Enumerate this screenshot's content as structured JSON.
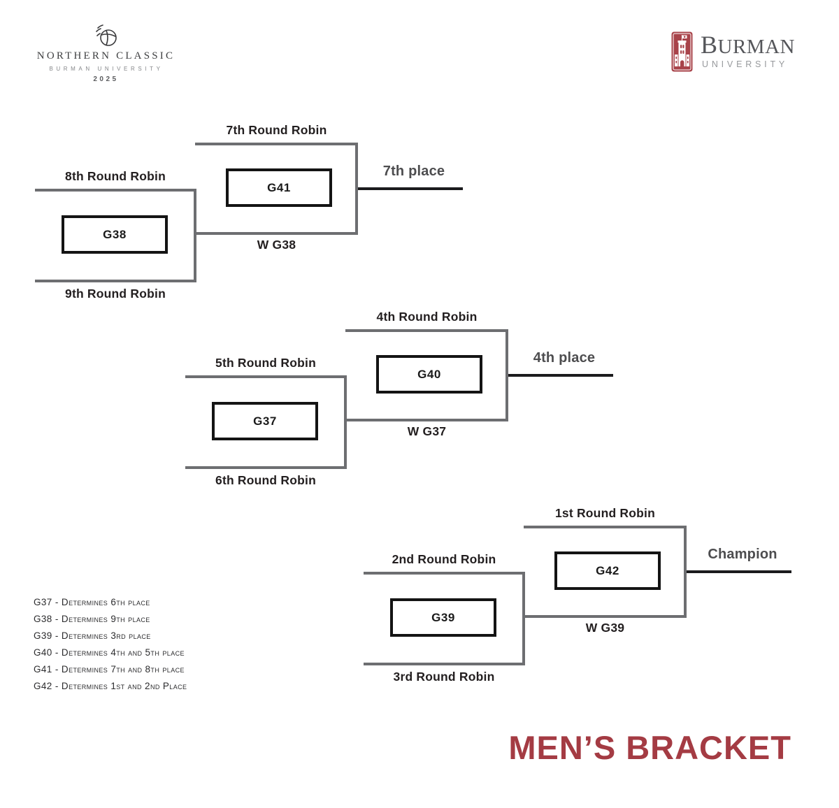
{
  "colors": {
    "line_gray": "#6d6e71",
    "line_black": "#1b1b1d",
    "text_dark": "#231f20",
    "result_gray": "#4d4d4f",
    "title_red": "#a43b43",
    "logo_red": "#a8434a"
  },
  "event_logo": {
    "icon": "volleyball-icon",
    "title": "NORTHERN CLASSIC",
    "subtitle": "BURMAN UNIVERSITY",
    "year": "2025"
  },
  "university_logo": {
    "icon": "tower-icon",
    "name": "BURMAN",
    "subname": "UNIVERSITY"
  },
  "brackets": [
    {
      "id": "seventh-place-bracket",
      "semi": {
        "top_label": "8th Round Robin",
        "bottom_label": "9th Round Robin",
        "game": "G38"
      },
      "final": {
        "top_label": "7th Round Robin",
        "bottom_label": "W G38",
        "game": "G41"
      },
      "result_label": "7th place"
    },
    {
      "id": "fourth-place-bracket",
      "semi": {
        "top_label": "5th Round Robin",
        "bottom_label": "6th Round Robin",
        "game": "G37"
      },
      "final": {
        "top_label": "4th Round Robin",
        "bottom_label": "W G37",
        "game": "G40"
      },
      "result_label": "4th place"
    },
    {
      "id": "champion-bracket",
      "semi": {
        "top_label": "2nd Round Robin",
        "bottom_label": "3rd Round Robin",
        "game": "G39"
      },
      "final": {
        "top_label": "1st Round Robin",
        "bottom_label": "W G39",
        "game": "G42"
      },
      "result_label": "Champion"
    }
  ],
  "legend": {
    "items": [
      "G37 - Determines 6th place",
      "G38 - Determines 9th place",
      "G39 - Determines 3rd place",
      "G40 - Determines 4th and 5th place",
      "G41 - Determines 7th and 8th place",
      "G42 - Determines 1st and 2nd Place"
    ]
  },
  "title": "MEN’S BRACKET"
}
